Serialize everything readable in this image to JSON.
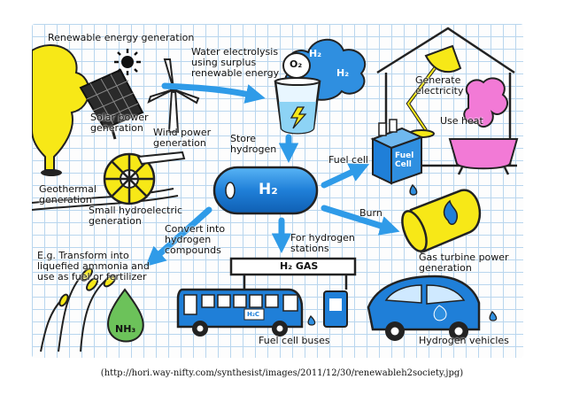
{
  "labels": {
    "renewable": "Renewable energy generation",
    "electrolysis": "Water electrolysis\nusing surplus\nrenewable energy",
    "solar": "Solar power\ngeneration",
    "wind": "Wind power\ngeneration",
    "geothermal": "Geothermal\ngeneration",
    "hydro": "Small hydroelectric\ngeneration",
    "store": "Store\nhydrogen",
    "fuelcell": "Fuel cell",
    "burn": "Burn",
    "generate": "Generate\nelectricity",
    "useheat": "Use heat",
    "convert": "Convert into\nhydrogen\ncompounds",
    "forstations": "For hydrogen\nstations",
    "transform": "E.g. Transform into\nliquefied ammonia and\nuse as fuel or fertilizer",
    "gasturbine": "Gas turbine power\ngeneration",
    "h2gas": "H₂ GAS",
    "buses": "Fuel cell buses",
    "vehicles": "Hydrogen vehicles",
    "h2main": "H₂",
    "o2": "O₂",
    "h2small": "H₂",
    "h2small2": "H₂",
    "nh3": "NH₃",
    "fuelcell_box": "Fuel\nCell",
    "bus_h2c": "H₂C"
  },
  "caption": "(http://hori.way-nifty.com/synthesist/images/2011/12/30/renewableh2society.jpg)",
  "colors": {
    "arrow": "#2f9be8",
    "tank": "#1f7fd8",
    "yellow": "#f7e817",
    "pink": "#f27ad6",
    "green": "#6cc25a",
    "grid": "#b9d6ee"
  }
}
